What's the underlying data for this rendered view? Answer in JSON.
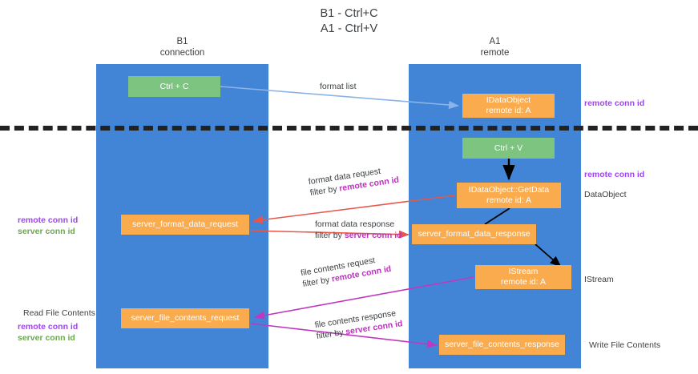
{
  "title": {
    "line1": "B1 - Ctrl+C",
    "line2": "A1 - Ctrl+V"
  },
  "lanes": [
    {
      "name": "b1",
      "line1": "B1",
      "line2": "connection",
      "color": "#4285d6"
    },
    {
      "name": "a1",
      "line1": "A1",
      "line2": "remote",
      "color": "#4285d6"
    }
  ],
  "nodes": {
    "ctrl_c": {
      "line1": "Ctrl + C",
      "color": "#7cc47f"
    },
    "idataobject": {
      "line1": "IDataObject",
      "line2": "remote id: A",
      "color": "#f9ab4e"
    },
    "ctrl_v": {
      "line1": "Ctrl + V",
      "color": "#7cc47f"
    },
    "getdata": {
      "line1": "IDataObject::GetData",
      "line2": "remote id: A",
      "color": "#f9ab4e"
    },
    "server_format_data_request": {
      "line1": "server_format_data_request",
      "color": "#f9ab4e"
    },
    "server_format_data_response": {
      "line1": "server_format_data_response",
      "color": "#f9ab4e"
    },
    "istream": {
      "line1": "IStream",
      "line2": "remote id: A",
      "color": "#f9ab4e"
    },
    "server_file_contents_request": {
      "line1": "server_file_contents_request",
      "color": "#f9ab4e"
    },
    "server_file_contents_response": {
      "line1": "server_file_contents_response",
      "color": "#f9ab4e"
    }
  },
  "annotations": {
    "format_list": "format list",
    "remote_conn_id_top": "remote conn id",
    "remote_conn_id_mid": "remote conn id",
    "dataobject": "DataObject",
    "istream": "IStream",
    "write_file_contents": "Write File Contents",
    "read_file_contents": "Read File Contents",
    "left_ids": {
      "remote": "remote conn id",
      "server": "server conn id"
    },
    "format_data_request": {
      "line1": "format data request",
      "line2_prefix": "filter by ",
      "line2_key": "remote conn id"
    },
    "format_data_response": {
      "line1": "format data response",
      "line2_prefix": "filter by ",
      "line2_key": "server conn id"
    },
    "file_contents_request": {
      "line1": "file contents request",
      "line2_prefix": "filter by ",
      "line2_key": "remote conn id"
    },
    "file_contents_response": {
      "line1": "file contents response",
      "line2_prefix": "filter by ",
      "line2_key": "server conn id"
    }
  },
  "colors": {
    "lane": "#4285d6",
    "green_node": "#7cc47f",
    "orange_node": "#f9ab4e",
    "purple_text": "#a142f4",
    "green_text": "#6aa84f",
    "magenta_text": "#bb33bb",
    "arrow_blue": "#8ab4e8",
    "arrow_red": "#e8564a",
    "arrow_magenta": "#c038c0",
    "arrow_black": "#000000",
    "separator": "#222222"
  }
}
